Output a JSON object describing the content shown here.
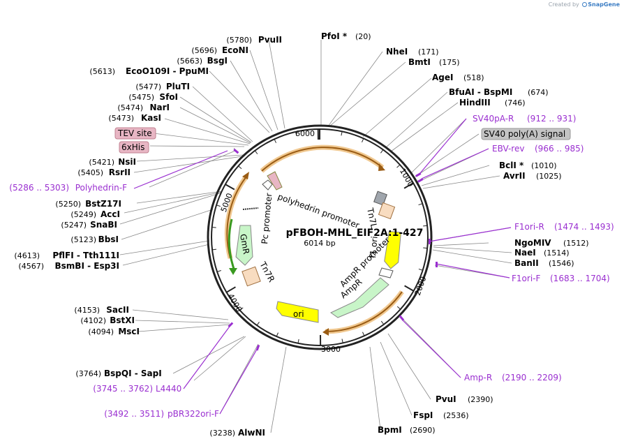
{
  "header": {
    "created_by": "Created by",
    "brand": "SnapGene"
  },
  "plasmid": {
    "name": "pFBOH-MHL_EIF2A:1-427",
    "size_label": "6014 bp",
    "length": 6014
  },
  "ticks": [
    "1000",
    "2000",
    "3000",
    "4000",
    "5000",
    "6000"
  ],
  "sites": {
    "pfoi": {
      "name": "PfoI *",
      "pos": "(20)"
    },
    "nhei": {
      "name": "NheI",
      "pos": "(171)"
    },
    "bmti": {
      "name": "BmtI",
      "pos": "(175)"
    },
    "agei": {
      "name": "AgeI",
      "pos": "(518)"
    },
    "bfuai": {
      "name": "BfuAI  - BspMI",
      "pos": "(674)"
    },
    "hindiii": {
      "name": "HindIII",
      "pos": "(746)"
    },
    "bcli": {
      "name": "BclI *",
      "pos": "(1010)"
    },
    "avrii": {
      "name": "AvrII",
      "pos": "(1025)"
    },
    "ngomiv": {
      "name": "NgoMIV",
      "pos": "(1512)"
    },
    "naei": {
      "name": "NaeI",
      "pos": "(1514)"
    },
    "banii": {
      "name": "BanII",
      "pos": "(1546)"
    },
    "pvui": {
      "name": "PvuI",
      "pos": "(2390)"
    },
    "fspi": {
      "name": "FspI",
      "pos": "(2536)"
    },
    "bpmi": {
      "name": "BpmI",
      "pos": "(2690)"
    },
    "alwni": {
      "name": "AlwNI",
      "pos": "(3238)"
    },
    "bspqi": {
      "name": "BspQI  - SapI",
      "pos": "(3764)"
    },
    "mscI": {
      "name": "MscI",
      "pos": "(4094)"
    },
    "bstxi": {
      "name": "BstXI",
      "pos": "(4102)"
    },
    "sacii": {
      "name": "SacII",
      "pos": "(4153)"
    },
    "bsmbi": {
      "name": "BsmBI  - Esp3I",
      "pos": "(4567)"
    },
    "pflfi": {
      "name": "PflFI  - Tth111I",
      "pos": "(4613)"
    },
    "bbsi": {
      "name": "BbsI",
      "pos": "(5123)"
    },
    "snabi": {
      "name": "SnaBI",
      "pos": "(5247)"
    },
    "acci": {
      "name": "AccI",
      "pos": "(5249)"
    },
    "bstz17i": {
      "name": "BstZ17I",
      "pos": "(5250)"
    },
    "rsrii": {
      "name": "RsrII",
      "pos": "(5405)"
    },
    "nsii": {
      "name": "NsiI",
      "pos": "(5421)"
    },
    "kasi": {
      "name": "KasI",
      "pos": "(5473)"
    },
    "nari": {
      "name": "NarI",
      "pos": "(5474)"
    },
    "sfoi": {
      "name": "SfoI",
      "pos": "(5475)"
    },
    "pluti": {
      "name": "PluTI",
      "pos": "(5477)"
    },
    "ecoo109i": {
      "name": "EcoO109I  - PpuMI",
      "pos": "(5613)"
    },
    "bsgi": {
      "name": "BsgI",
      "pos": "(5663)"
    },
    "econi": {
      "name": "EcoNI",
      "pos": "(5696)"
    },
    "pvuii": {
      "name": "PvuII",
      "pos": "(5780)"
    }
  },
  "primers": {
    "sv40pa_r": {
      "name": "SV40pA-R",
      "range": "(912 .. 931)"
    },
    "ebv_rev": {
      "name": "EBV-rev",
      "range": "(966 .. 985)"
    },
    "f1ori_r": {
      "name": "F1ori-R",
      "range": "(1474 .. 1493)"
    },
    "f1ori_f": {
      "name": "F1ori-F",
      "range": "(1683 .. 1704)"
    },
    "amp_r": {
      "name": "Amp-R",
      "range": "(2190 .. 2209)"
    },
    "l4440": {
      "name": "L4440",
      "range": "(3745 .. 3762)"
    },
    "pbr322ori_f": {
      "name": "pBR322ori-F",
      "range": "(3492 .. 3511)"
    },
    "polyhedrin_f": {
      "name": "Polyhedrin-F",
      "range": "(5286 .. 5303)"
    }
  },
  "boxed_features": {
    "sv40_polya": "SV40 poly(A) signal",
    "tev_site": "TEV site",
    "his6": "6xHis"
  },
  "features": {
    "polyhedrin_promoter": "polyhedrin promoter",
    "tn7l": "Tn7L",
    "f1_ori": "f1 ori",
    "ampr_promoter": "AmpR promoter",
    "ampr": "AmpR",
    "ori": "ori",
    "tn7r": "Tn7R",
    "gmr": "GmR",
    "pc_promoter": "Pc promoter"
  },
  "colors": {
    "backbone": "#222222",
    "primer": "#9a2fd0",
    "orf_orange": "#f0b060",
    "ori_yellow": "#ffff00",
    "resistance_green": "#c8f5c8",
    "tn7_tan": "#f8dcc0",
    "tev_box": "#e8b6c4",
    "sv40_box": "#c4c4c4"
  }
}
